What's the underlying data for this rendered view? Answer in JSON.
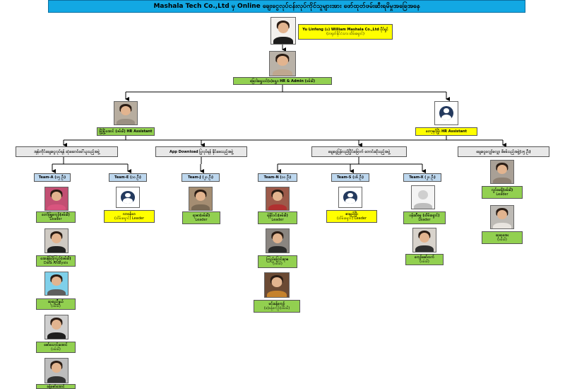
{
  "banner": {
    "title": "Mashala Tech Co.,Ltd မှ Online ချေးငွေလုပ်ငန်းလုပ်ကိုင်သူများအား ဖော်ထုတ်ဖမ်းဆီးရမိမှုအခြေအနေ"
  },
  "colors": {
    "banner": "#12a8e3",
    "green": "#92d050",
    "yellow": "#ffff00",
    "team": "#bdd7ee",
    "group": "#e8e8e8"
  },
  "top": {
    "owner": "Yu Linfeng (ခ) William Mashala Co.,Ltd ပိုင်ရှင်",
    "owner_note": "(တရုတ်နိုင်ငံသား ထိမ်းရှောင်)",
    "hr_head": "မြေဝါးရွှေသင်(ခ)ရွှေဒ HR & Admin (ဖမ်းမိ)",
    "assistant_left": "မြို့မြို့အောင် (ဖမ်းမိ) HR Assistant",
    "assistant_right": "တော့မှင်ဖြိုး HR Assistant"
  },
  "groups": [
    "အုန်းကိုင်းချေးငွေလုပ်ရန် ဆုံးဆောင်ခေါ်ယူသည့်အဖွဲ့",
    "App Download ပြုလုပ်ရန် နိုင်းစေသည့်အဖွဲ့",
    "ချေးငွေပြန်လည်ပြိုင်းခြောက် တောင်းဆိုသည့်အဖွဲ့",
    "ချေးငွေလျှော်လျှော စိစစ်သည့်အဖွဲ့(၁၅ ဦး)"
  ],
  "teams": [
    "Team-A (၁၅ ဦး)",
    "Team-E (၁၀ ဦး)",
    "Team-J (၂၀ ဦး)",
    "Team-N (၁၀ ဦး)",
    "Team-S (၁၆ ဦး)",
    "Team-X (၂၀ ဦး)"
  ],
  "members": {
    "a1": {
      "name": "တော်ဖြူကျော်(ဖမ်းမိ)",
      "role": "Leader"
    },
    "a2": {
      "name": "အောန်ခြင်ကြည့်(ဖမ်းမိ)",
      "role": "Data Analysis"
    },
    "a3": {
      "name": "ဆုဆုညီနွယ်",
      "role": "(ဖမ်းမိ)"
    },
    "a4": {
      "name": "ဇော်သောင်းအောင်",
      "role": "(ဖမ်းမိ)"
    },
    "a5": {
      "name": "ခန့်ဇော်အောင်",
      "role": ""
    },
    "e1": {
      "name": "လာဝန်းဟ",
      "role": "(ထိမ်းရှောင်) Leader"
    },
    "j1": {
      "name": "ရာဇာ(ဖမ်းမိ)",
      "role": "Leader"
    },
    "n1": {
      "name": "ရဲနိုင်ဝင်း(ဖမ်းမိ)",
      "role": "Leader"
    },
    "n2": {
      "name": "ကြည်ပြောင်းရာဇ",
      "role": "(ဖမ်းမိ)"
    },
    "n3": {
      "name": "မင်းခန့်ကျော်",
      "role": "(ခ)ခန့်ကျော်(ဖမ်းမိ)"
    },
    "s1": {
      "name": "ဇာနည်ဖြိုး",
      "role": "(ထိမ်းရှောင်) Leader"
    },
    "x1": {
      "name": "ပန်းဆီမွှေ (ထိမ်းရှောင်)",
      "role": "Leader"
    },
    "x2": {
      "name": "ကျော်ဇော်ထက်",
      "role": "(ဖမ်းမိ)"
    },
    "r1": {
      "name": "လှုင်မေရှိ(ဖမ်းမိ)",
      "role": "Leader"
    },
    "r2": {
      "name": "ဆုဆုအေး",
      "role": "(ဖမ်းမိ)"
    }
  }
}
